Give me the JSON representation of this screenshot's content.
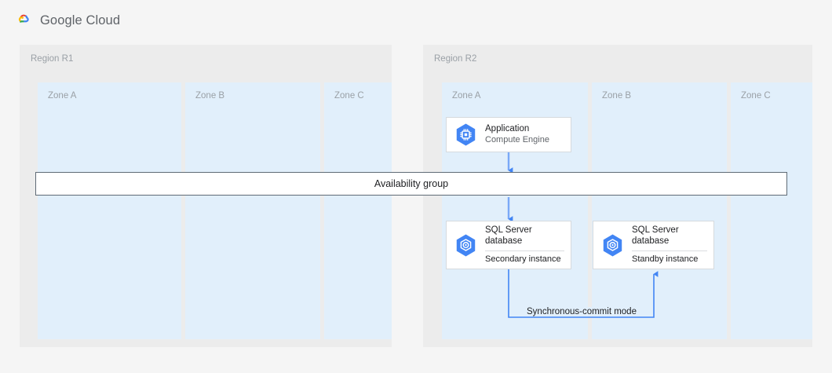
{
  "header": {
    "brand": "Google Cloud",
    "logo_icon": "google-cloud-logo-icon"
  },
  "colors": {
    "page_background": "#f5f5f5",
    "region_background": "#ececec",
    "zone_background": "#e1effb",
    "card_background": "#ffffff",
    "card_border": "#d6dade",
    "bar_border": "#5f6b76",
    "connector_blue": "#4285f4",
    "icon_hex_blue": "#4285f4",
    "label_gray": "#9aa0a6",
    "text_primary": "#202124",
    "text_secondary": "#5f6368",
    "divider": "#dadce0"
  },
  "regions": [
    {
      "label": "Region R1",
      "zones": [
        {
          "label": "Zone A"
        },
        {
          "label": "Zone B"
        },
        {
          "label": "Zone C"
        }
      ]
    },
    {
      "label": "Region R2",
      "zones": [
        {
          "label": "Zone A"
        },
        {
          "label": "Zone B"
        },
        {
          "label": "Zone C"
        }
      ]
    }
  ],
  "availability_group": {
    "label": "Availability group"
  },
  "nodes": {
    "application": {
      "title": "Application",
      "subtitle": "Compute Engine",
      "icon": "compute-engine-icon"
    },
    "database_secondary": {
      "title_line1": "SQL Server",
      "title_line2": "database",
      "instance": "Secondary instance",
      "icon": "sql-server-database-icon"
    },
    "database_standby": {
      "title_line1": "SQL Server",
      "title_line2": "database",
      "instance": "Standby instance",
      "icon": "sql-server-database-icon"
    }
  },
  "connectors": {
    "sync_commit_label": "Synchronous-commit mode"
  }
}
